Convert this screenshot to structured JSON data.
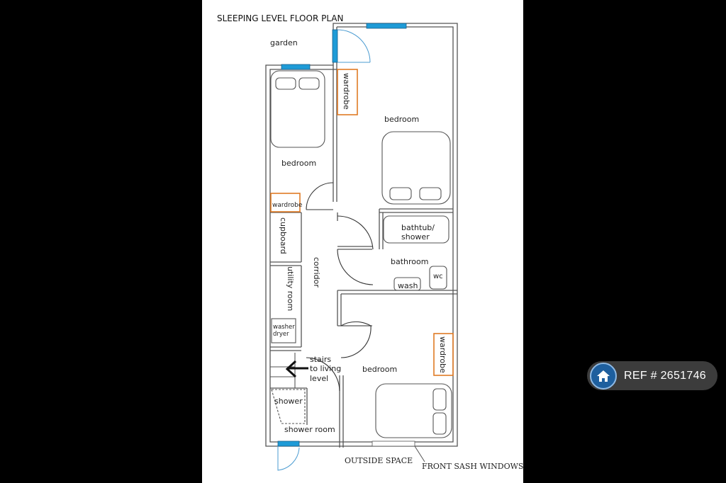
{
  "plan": {
    "title": "SLEEPING LEVEL FLOOR PLAN",
    "labels": {
      "garden": "garden",
      "wardrobe_top": "wardrobe",
      "bedroom_right": "bedroom",
      "bedroom_left": "bedroom",
      "wardrobe_left": "wardrobe",
      "cupboard": "cupboard",
      "corridor": "corridor",
      "bathtub_line1": "bathtub/",
      "bathtub_line2": "shower",
      "bathroom": "bathroom",
      "wc": "wc",
      "wash": "wash",
      "utility_room": "utility room",
      "washer_line1": "washer",
      "washer_line2": "dryer",
      "stairs_line1": "stairs",
      "stairs_line2": "to living",
      "stairs_line3": "level",
      "bedroom_bottom": "bedroom",
      "wardrobe_bottom": "wardrobe",
      "shower": "shower",
      "shower_room": "shower room",
      "outside_space": "OUTSIDE SPACE",
      "front_windows": "FRONT SASH WINDOWS"
    }
  },
  "badge": {
    "ref_text": "REF # 2651746",
    "icon": "home-icon"
  },
  "colors": {
    "window_blue": "#1e9bd7",
    "wardrobe_orange": "#e07b25",
    "wall": "#555555"
  }
}
